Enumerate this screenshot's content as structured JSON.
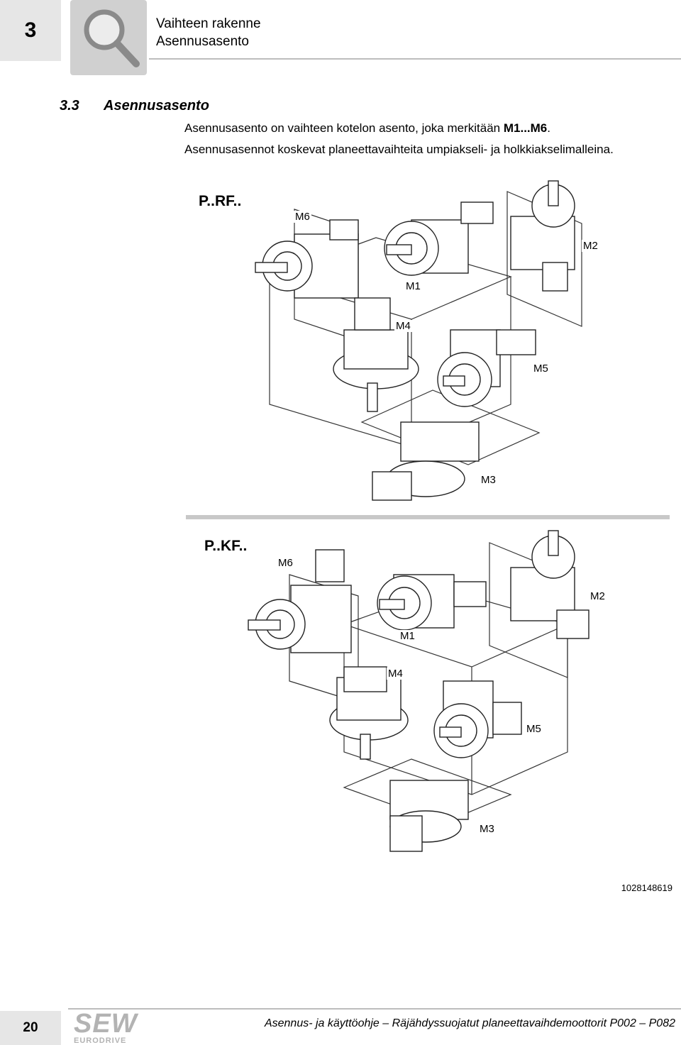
{
  "header": {
    "chapter_number": "3",
    "chapter_title": "Vaihteen rakenne",
    "chapter_subtitle": "Asennusasento"
  },
  "section": {
    "number": "3.3",
    "title": "Asennusasento"
  },
  "intro": {
    "line1_prefix": "Asennusasento on vaihteen kotelon asento, joka merkitään ",
    "line1_bold": "M1...M6",
    "line1_suffix": ".",
    "line2": "Asennusasennot koskevat planeettavaihteita umpiakseli- ja holkkiakselimalleina."
  },
  "diagrams": [
    {
      "label": "P..RF..",
      "positions": {
        "m1": "M1",
        "m2": "M2",
        "m3": "M3",
        "m4": "M4",
        "m5": "M5",
        "m6": "M6"
      }
    },
    {
      "label": "P..KF..",
      "positions": {
        "m1": "M1",
        "m2": "M2",
        "m3": "M3",
        "m4": "M4",
        "m5": "M5",
        "m6": "M6"
      }
    }
  ],
  "image_id": "1028148619",
  "footer": {
    "page_number": "20",
    "logo_main": "SEW",
    "logo_sub": "EURODRIVE",
    "doc_title": "Asennus- ja käyttöohje – Räjähdyssuojatut planeettavaihdemoottorit P002 – P082"
  }
}
